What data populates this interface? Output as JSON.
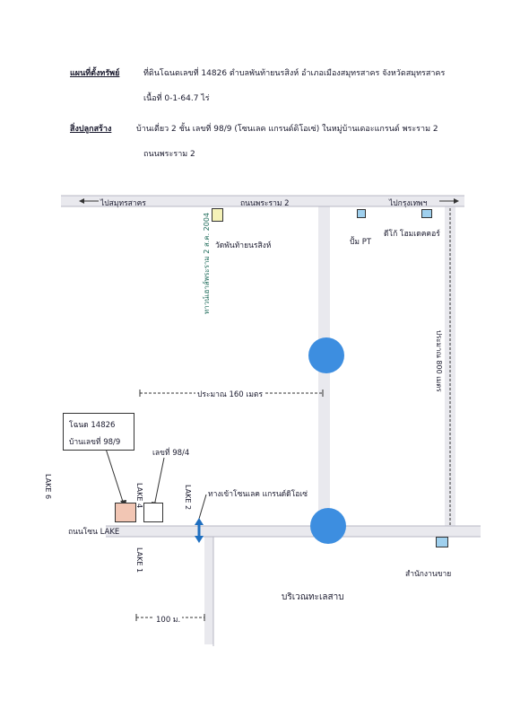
{
  "header": {
    "property_title": "แผนที่ตั้งทรัพย์",
    "property_desc": "ที่ดินโฉนดเลขที่ 14826  ตำบลพันท้ายนรสิงห์  อำเภอเมืองสมุทรสาคร  จังหวัดสมุทรสาคร",
    "area": "เนื้อที่ 0-1-64.7 ไร่",
    "building_title": "สิ่งปลูกสร้าง",
    "building_desc": "บ้านเดี่ยว 2 ชั้น  เลขที่ 98/9 (โซนเลค แกรนด์ดิโอเซ่)  ในหมู่บ้านเดอะแกรนด์ พระราม 2",
    "building_road": "ถนนพระราม 2"
  },
  "map": {
    "main_road": "ถนนพระราม 2",
    "to_samut_sakhon": "ไปสมุทรสาคร",
    "to_bangkok": "ไปกรุงเทพฯ",
    "temple": "วัดพันท้ายนรสิงห์",
    "temple_vertical": "ทาวน์เฮาส์พระราม 2 ส.ค. 2004",
    "gas_station": "ปั้ม PT",
    "store": "ดีโก้ โฮมเดคคอร์",
    "distance_800": "ประมาณ 800 เมตร",
    "distance_160": "ประมาณ 160 เมตร",
    "deed_callout_line1": "โฉนด 14826",
    "deed_callout_line2": "บ้านเลขที่ 98/9",
    "neighbor_label": "เลขที่ 98/4",
    "lake_6": "LAKE 6",
    "lake_4": "LAKE 4",
    "lake_2": "LAKE 2",
    "lake_1": "LAKE 1",
    "lake_road": "ถนนโซน LAKE",
    "entrance": "ทางเข้าโซนเลค แกรนด์ดิโอเซ่",
    "sales_office": "สำนักงานขาย",
    "lake_area": "บริเวณทะเลสาบ",
    "distance_100": "100 ม."
  },
  "colors": {
    "circle": "#3d8ee0",
    "subject_plot": "#f2c6b4",
    "temple_marker": "#f5f2b8",
    "poi_marker": "#9fd0ee",
    "road": "#e9e9ee"
  }
}
